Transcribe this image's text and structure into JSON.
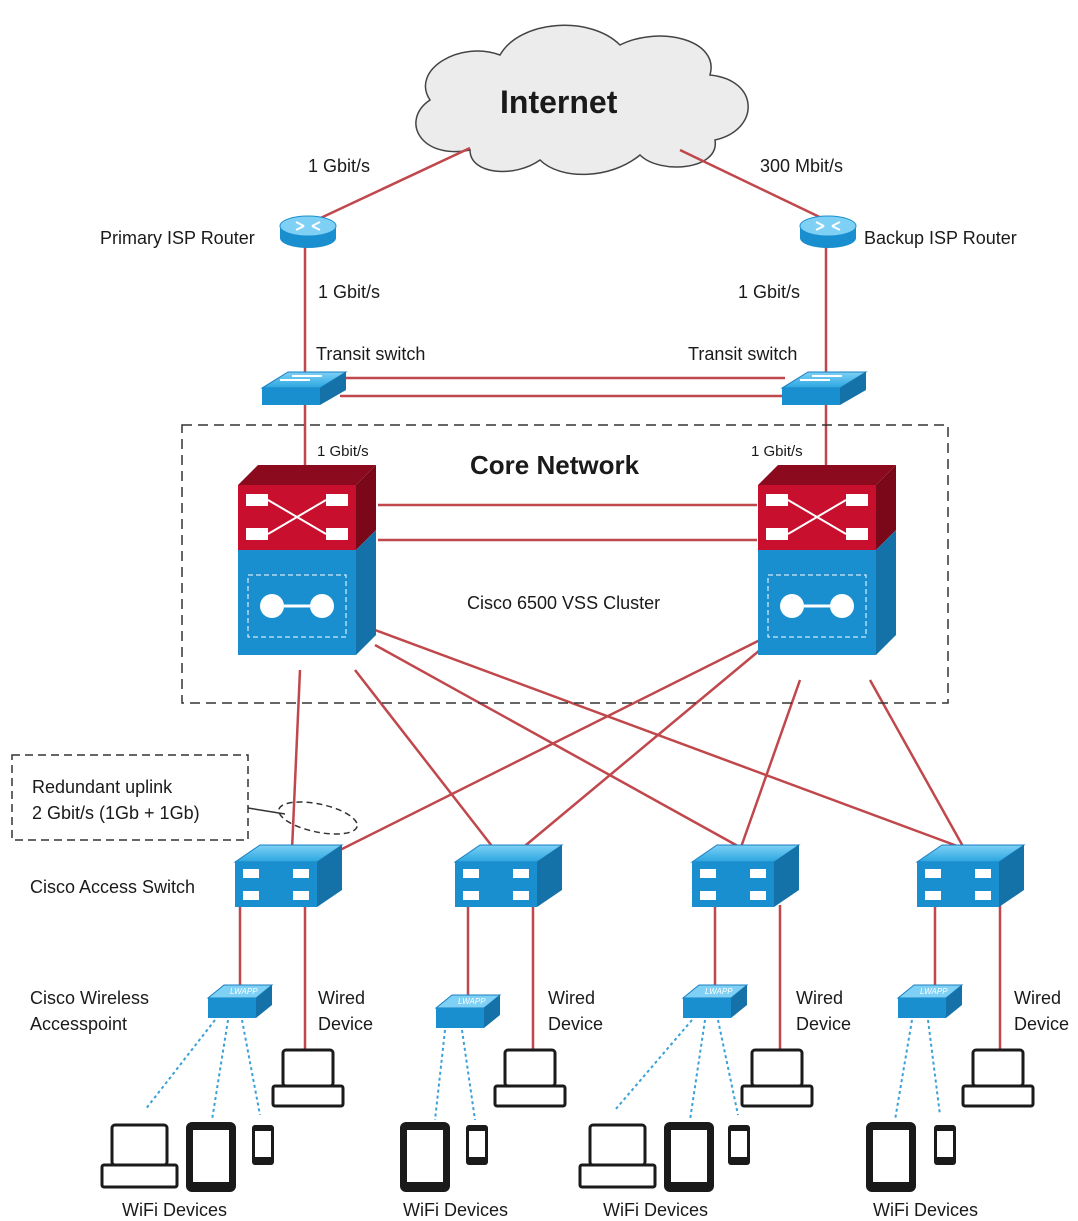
{
  "cloud": {
    "label": "Internet"
  },
  "speeds": {
    "primary_uplink": "1 Gbit/s",
    "backup_uplink": "300 Mbit/s",
    "primary_router_link": "1 Gbit/s",
    "backup_router_link": "1 Gbit/s",
    "core_left": "1 Gbit/s",
    "core_right": "1 Gbit/s"
  },
  "routers": {
    "primary": "Primary ISP Router",
    "backup": "Backup ISP Router"
  },
  "transit": {
    "left": "Transit switch",
    "right": "Transit switch"
  },
  "core": {
    "title": "Core Network",
    "cluster": "Cisco 6500 VSS Cluster"
  },
  "callout": {
    "line1": "Redundant uplink",
    "line2": "2 Gbit/s (1Gb + 1Gb)"
  },
  "access": {
    "label": "Cisco Access Switch"
  },
  "wireless": {
    "line1": "Cisco Wireless",
    "line2": "Accesspoint",
    "ap_badge": "LWAPP"
  },
  "wired": {
    "line1": "Wired",
    "line2": "Device"
  },
  "wifi_devices": "WiFi Devices",
  "colors": {
    "link": "#c0474b",
    "switch_blue": "#1a8fd0",
    "core_red": "#c8102e",
    "line_dark": "#333333"
  }
}
